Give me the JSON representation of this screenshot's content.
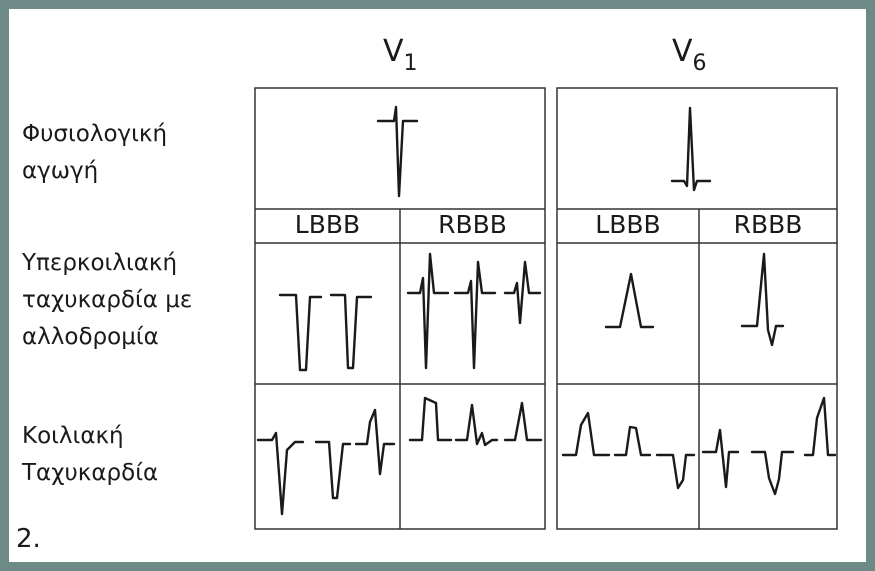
{
  "leads": {
    "v1": {
      "main": "V",
      "sub": "1"
    },
    "v6": {
      "main": "V",
      "sub": "6"
    }
  },
  "rows": {
    "normal": [
      "Φυσιολογική",
      "αγωγή"
    ],
    "svt_aberrancy": [
      "Υπερκοιλιακή",
      "ταχυκαρδία με",
      "αλλοδρομία"
    ],
    "vt": [
      "Κοιλιακή",
      "Ταχυκαρδία"
    ]
  },
  "column_headers": {
    "v1_lbbb": "LBBB",
    "v1_rbbb": "RBBB",
    "v6_lbbb": "LBBB",
    "v6_rbbb": "RBBB"
  },
  "figure_number": "2.",
  "colors": {
    "frame": "#6e8a87",
    "lines": "#333333",
    "trace": "#1a1a1a"
  }
}
